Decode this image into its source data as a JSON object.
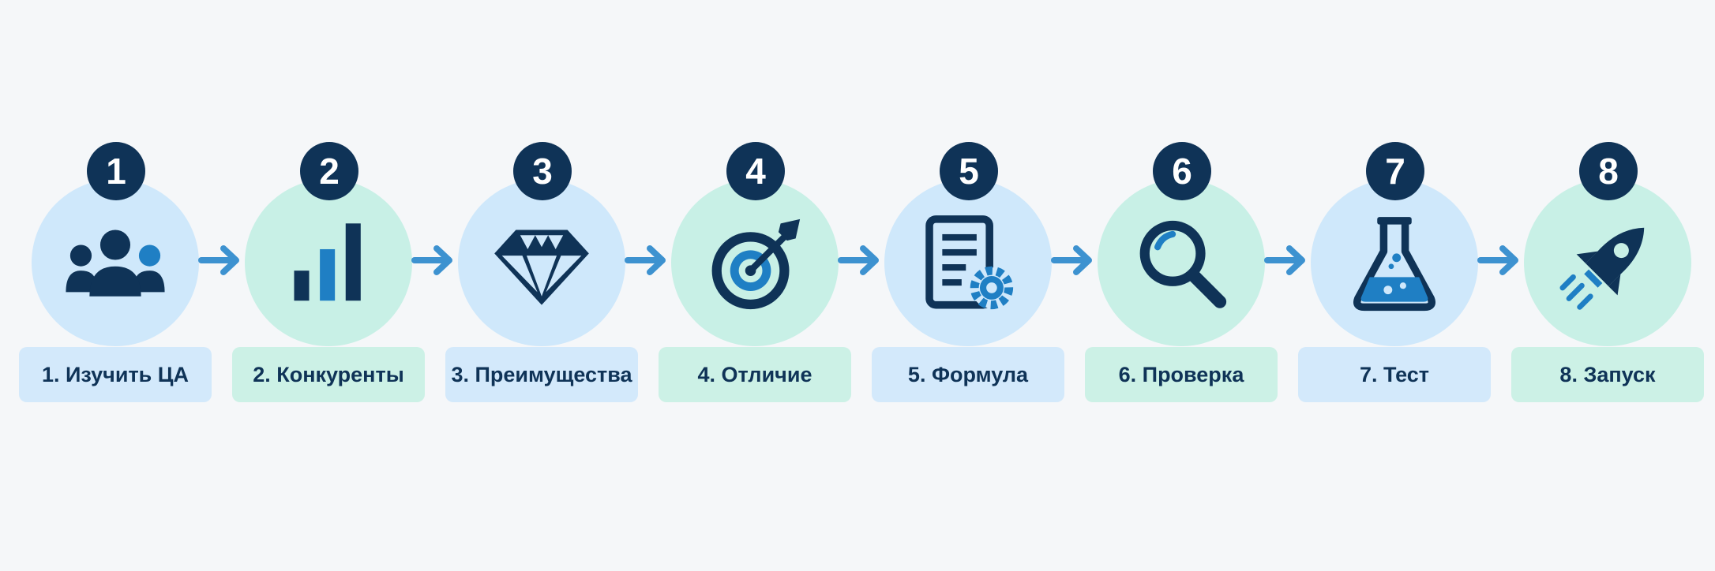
{
  "colors": {
    "background": "#f5f7f9",
    "badge": "#0f3357",
    "icon_dark": "#0f3357",
    "icon_accent": "#1f7fc4",
    "arrow": "#3d92d0",
    "circle_blue": "#cfe8fb",
    "circle_green": "#c8f0e6"
  },
  "steps": [
    {
      "number": "1",
      "label": "1. Изучить ЦА",
      "icon": "users-icon",
      "tone": "blue"
    },
    {
      "number": "2",
      "label": "2. Конкуренты",
      "icon": "bar-chart-icon",
      "tone": "green"
    },
    {
      "number": "3",
      "label": "3. Преимущества",
      "icon": "diamond-icon",
      "tone": "blue"
    },
    {
      "number": "4",
      "label": "4. Отличие",
      "icon": "target-icon",
      "tone": "green"
    },
    {
      "number": "5",
      "label": "5. Формула",
      "icon": "document-gear-icon",
      "tone": "blue"
    },
    {
      "number": "6",
      "label": "6. Проверка",
      "icon": "magnifier-icon",
      "tone": "green"
    },
    {
      "number": "7",
      "label": "7. Тест",
      "icon": "flask-icon",
      "tone": "blue"
    },
    {
      "number": "8",
      "label": "8. Запуск",
      "icon": "rocket-icon",
      "tone": "green"
    }
  ]
}
